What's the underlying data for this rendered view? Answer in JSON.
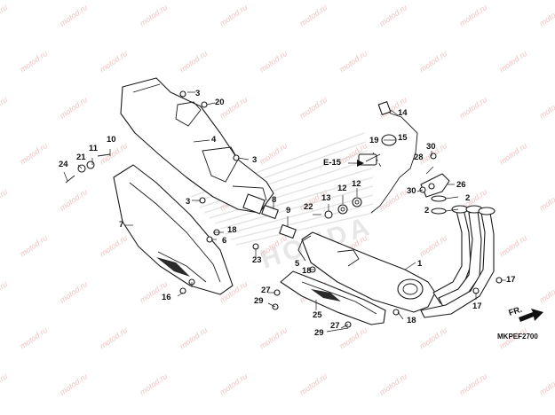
{
  "watermark": {
    "text": "motod.ru"
  },
  "diagram": {
    "code": "MKPEF2700",
    "ref_tag": "E-15",
    "direction_label": "FR.",
    "background_logo": "HONDA",
    "colors": {
      "lines": "#1a1a1a",
      "watermark": "#d24a4a",
      "background": "#ffffff"
    },
    "callouts": [
      {
        "id": "c1",
        "label": "1"
      },
      {
        "id": "c2",
        "label": "2"
      },
      {
        "id": "c2b",
        "label": "2"
      },
      {
        "id": "c3a",
        "label": "3"
      },
      {
        "id": "c3b",
        "label": "3"
      },
      {
        "id": "c3c",
        "label": "3"
      },
      {
        "id": "c4",
        "label": "4"
      },
      {
        "id": "c5",
        "label": "5"
      },
      {
        "id": "c6",
        "label": "6"
      },
      {
        "id": "c7",
        "label": "7"
      },
      {
        "id": "c8",
        "label": "8"
      },
      {
        "id": "c9",
        "label": "9"
      },
      {
        "id": "c10",
        "label": "10"
      },
      {
        "id": "c11",
        "label": "11"
      },
      {
        "id": "c12a",
        "label": "12"
      },
      {
        "id": "c12b",
        "label": "12"
      },
      {
        "id": "c13",
        "label": "13"
      },
      {
        "id": "c14",
        "label": "14"
      },
      {
        "id": "c15",
        "label": "15"
      },
      {
        "id": "c16",
        "label": "16"
      },
      {
        "id": "c17a",
        "label": "17"
      },
      {
        "id": "c17b",
        "label": "17"
      },
      {
        "id": "c18a",
        "label": "18"
      },
      {
        "id": "c18b",
        "label": "18"
      },
      {
        "id": "c18c",
        "label": "18"
      },
      {
        "id": "c19",
        "label": "19"
      },
      {
        "id": "c20",
        "label": "20"
      },
      {
        "id": "c21",
        "label": "21"
      },
      {
        "id": "c22",
        "label": "22"
      },
      {
        "id": "c23",
        "label": "23"
      },
      {
        "id": "c24",
        "label": "24"
      },
      {
        "id": "c25",
        "label": "25"
      },
      {
        "id": "c26",
        "label": "26"
      },
      {
        "id": "c27a",
        "label": "27"
      },
      {
        "id": "c27b",
        "label": "27"
      },
      {
        "id": "c28",
        "label": "28"
      },
      {
        "id": "c29a",
        "label": "29"
      },
      {
        "id": "c29b",
        "label": "29"
      },
      {
        "id": "c30a",
        "label": "30"
      },
      {
        "id": "c30b",
        "label": "30"
      }
    ]
  }
}
